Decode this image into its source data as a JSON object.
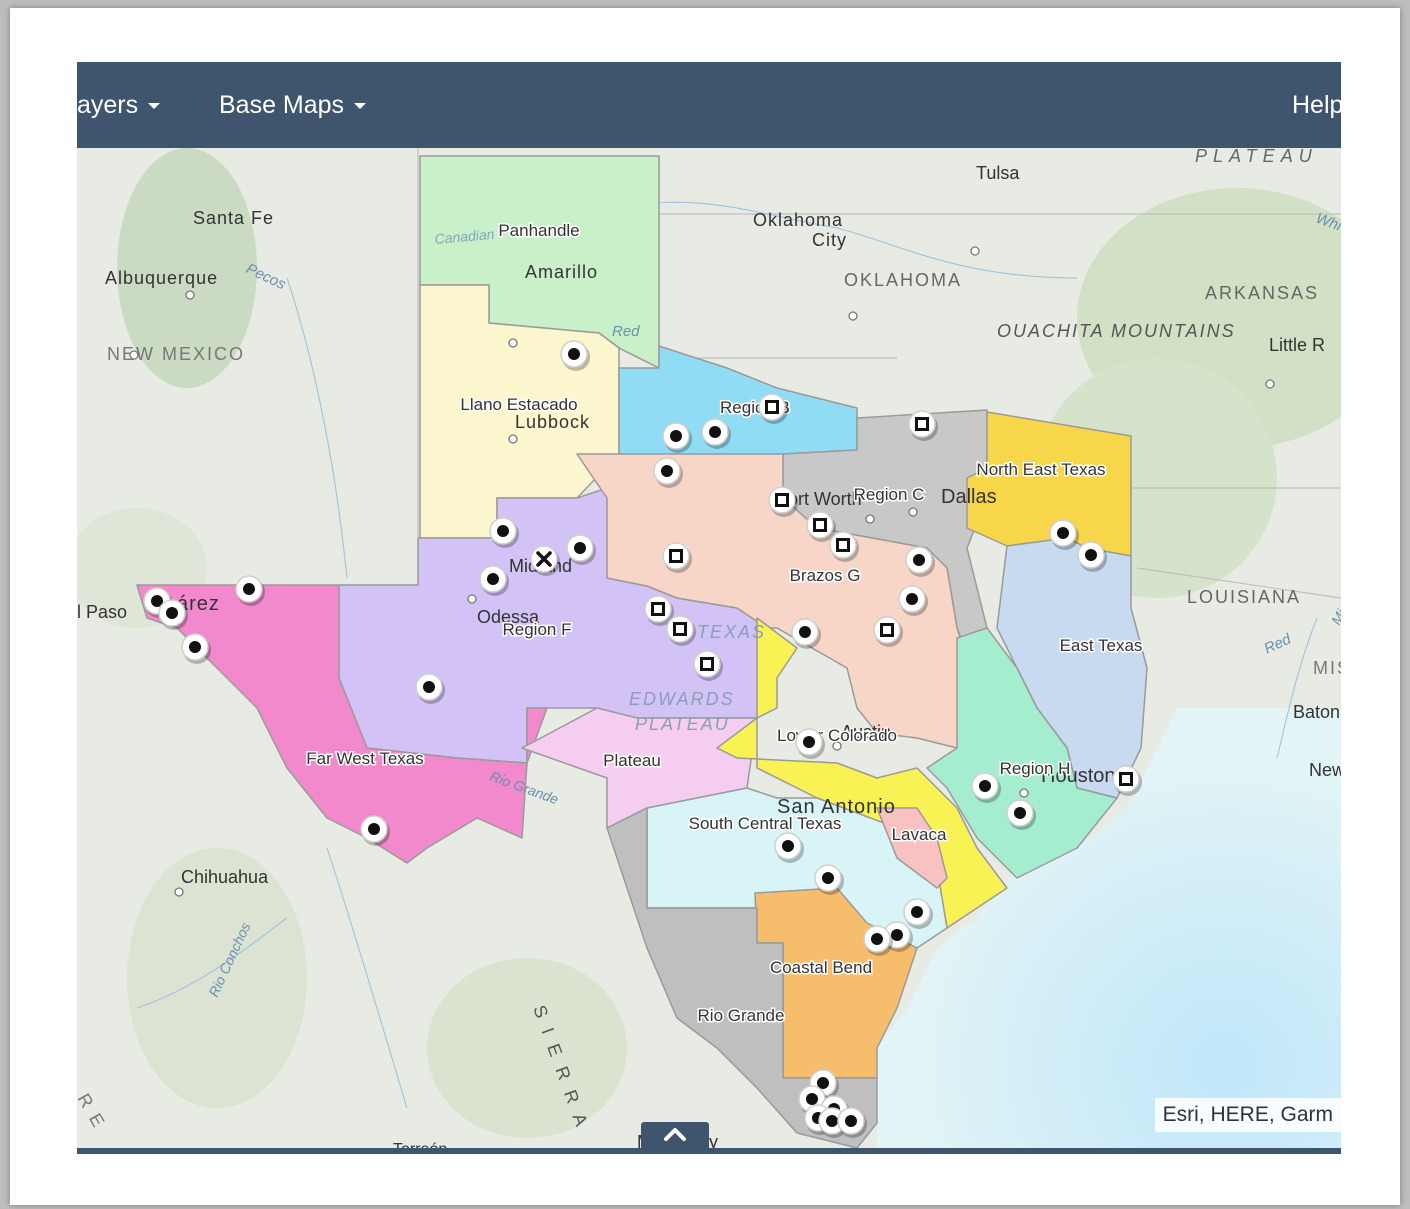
{
  "navbar": {
    "items": [
      {
        "label": "ayers"
      },
      {
        "label": "Base Maps"
      },
      {
        "label": "Help"
      }
    ]
  },
  "attribution": "Esri, HERE, Garm",
  "regions": [
    {
      "name": "Panhandle",
      "color": "#c9f0c8"
    },
    {
      "name": "Llano Estacado",
      "color": "#fcf6cf"
    },
    {
      "name": "Region B",
      "color": "#8fdcf4"
    },
    {
      "name": "Region C",
      "color": "#c8c8c8"
    },
    {
      "name": "North East Texas",
      "color": "#f8d64a"
    },
    {
      "name": "Region F",
      "color": "#d3c2f5"
    },
    {
      "name": "Brazos G",
      "color": "#f7d6c8"
    },
    {
      "name": "Far West Texas",
      "color": "#f289cd"
    },
    {
      "name": "East Texas",
      "color": "#c7daf0"
    },
    {
      "name": "Plateau",
      "color": "#f5cdf1"
    },
    {
      "name": "Lower Colorado",
      "color": "#f9f254"
    },
    {
      "name": "Region H",
      "color": "#a5edcf"
    },
    {
      "name": "South Central Texas",
      "color": "#d8f4f6"
    },
    {
      "name": "Lavaca",
      "color": "#f8c2c2"
    },
    {
      "name": "Coastal Bend",
      "color": "#f6be6c"
    },
    {
      "name": "Rio Grande",
      "color": "#bfbfbf"
    }
  ],
  "place_labels": [
    "Santa Fe",
    "Albuquerque",
    "Pecos",
    "NEW MEXICO",
    "Canadian",
    "Amarillo",
    "Red",
    "Lubbock",
    "Tulsa",
    "Oklahoma",
    "City",
    "OKLAHOMA",
    "ARKANSAS",
    "OUACHITA MOUNTAINS",
    "Little R",
    "PLATEAU",
    "Whi",
    "Fort Worth",
    "Dallas",
    "Midland",
    "Odessa",
    "TEXAS",
    "EDWARDS",
    "PLATEAU",
    "l Paso",
    "árez",
    "LOUISIANA",
    "Red",
    "Mississ",
    "MIS",
    "Baton",
    "New",
    "Austin",
    "Houston",
    "San Antonio",
    "Rio Grande",
    "Chihuahua",
    "Rio Conchos",
    "SIERRA",
    "Monterrey",
    "Torreón",
    "RE"
  ],
  "marker_icons": [
    "dot-marker-icon",
    "square-marker-icon",
    "x-marker-icon"
  ]
}
